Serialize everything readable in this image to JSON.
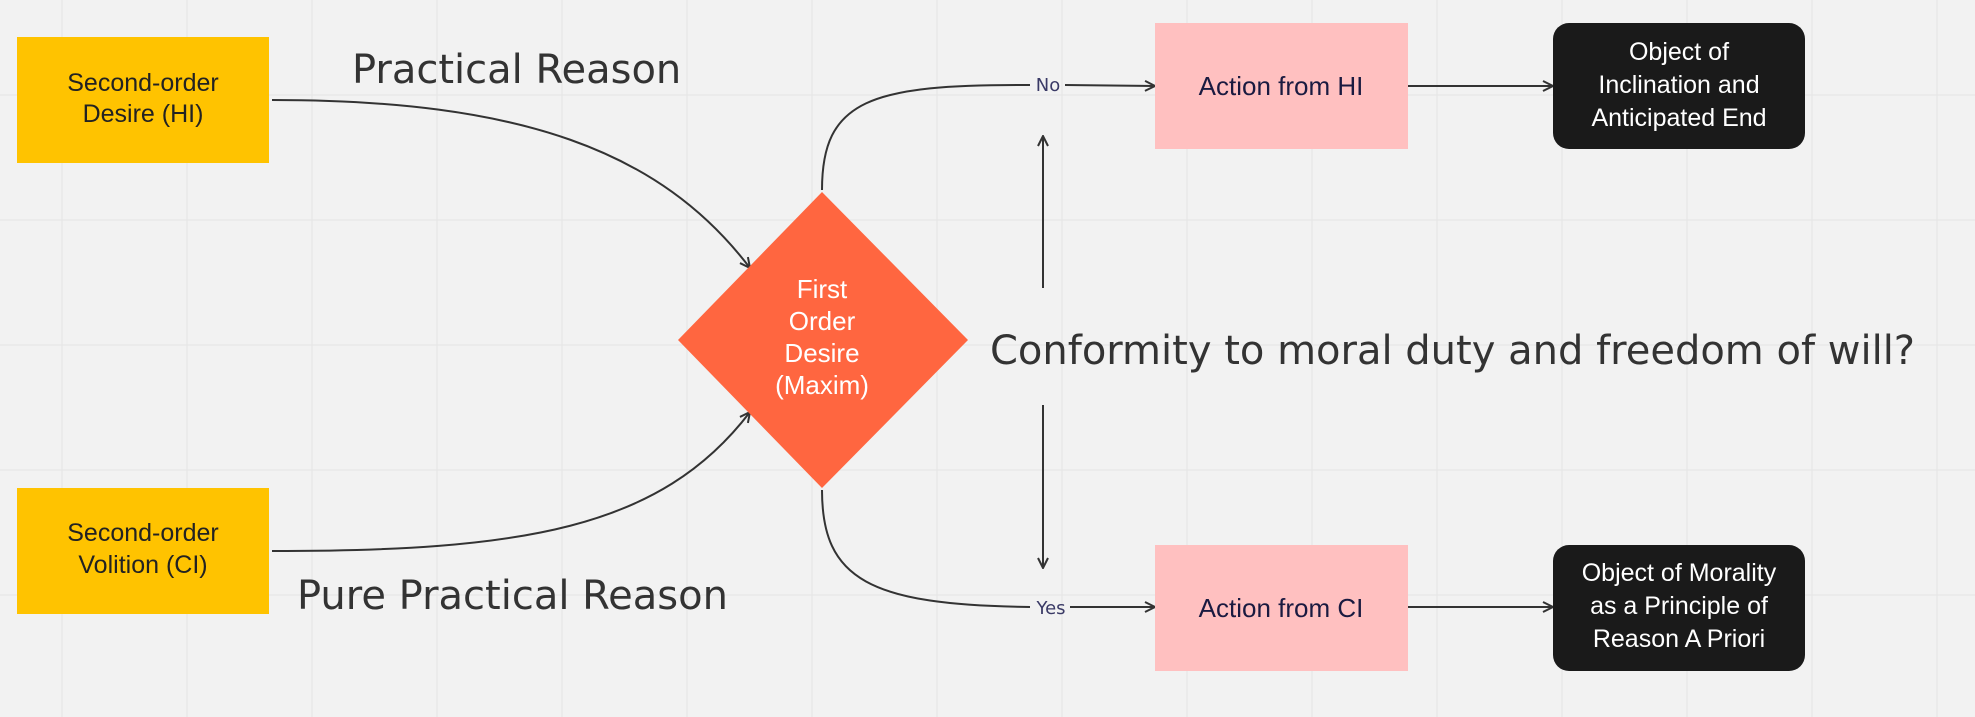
{
  "colors": {
    "background": "#F2F2F2",
    "grid": "#E4E4E4",
    "yellow_box": "#FFC300",
    "pink_box": "#FFC0C0",
    "diamond": "#FF6640",
    "dark_box": "#1A1A1A",
    "arrow": "#333333",
    "edge_label_text": "#3A3A66",
    "big_label_text": "#333333"
  },
  "nodes": {
    "second_order_desire": {
      "lines": [
        "Second-order",
        "Desire (HI)"
      ]
    },
    "second_order_volition": {
      "lines": [
        "Second-order",
        "Volition (CI)"
      ]
    },
    "first_order_desire": {
      "lines": [
        "First",
        "Order",
        "Desire",
        "(Maxim)"
      ]
    },
    "action_hi": {
      "lines": [
        "Action from HI"
      ]
    },
    "action_ci": {
      "lines": [
        "Action from CI"
      ]
    },
    "object_inclination": {
      "lines": [
        "Object of",
        "Inclination and",
        "Anticipated End"
      ]
    },
    "object_morality": {
      "lines": [
        "Object of Morality",
        "as a Principle of",
        "Reason A Priori"
      ]
    }
  },
  "labels": {
    "practical_reason": "Practical Reason",
    "pure_practical_reason": "Pure Practical Reason",
    "question": "Conformity to moral duty and freedom of will?",
    "no": "No",
    "yes": "Yes"
  }
}
